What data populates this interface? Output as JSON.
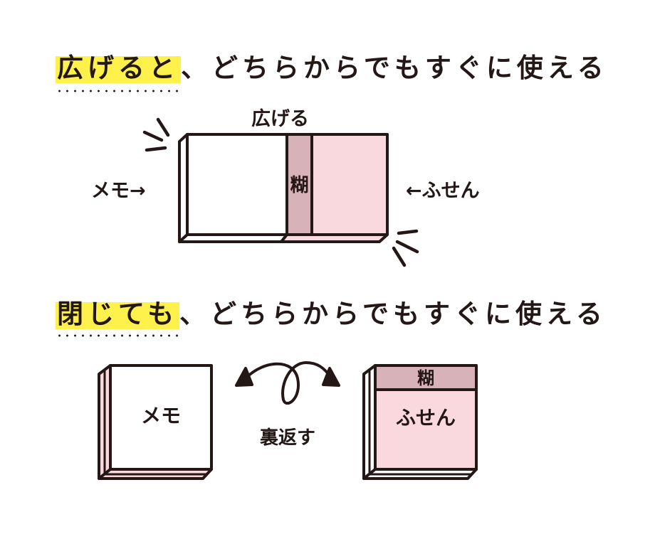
{
  "section1": {
    "heading_highlight": "広げると",
    "heading_rest": "、どちらからでもすぐに使える",
    "spread_label": "広げる",
    "memo_label": "メモ→",
    "fusen_label": "←ふせん",
    "glue_label": "糊"
  },
  "section2": {
    "heading_highlight": "閉じても",
    "heading_rest": "、どちらからでもすぐに使える",
    "memo_label": "メモ",
    "flip_label": "裏返す",
    "glue_label": "糊",
    "fusen_label": "ふせん"
  },
  "colors": {
    "highlight": "#fff14c",
    "pink": "#f9d8de",
    "glue": "#d8b2b9",
    "ink": "#231815"
  }
}
